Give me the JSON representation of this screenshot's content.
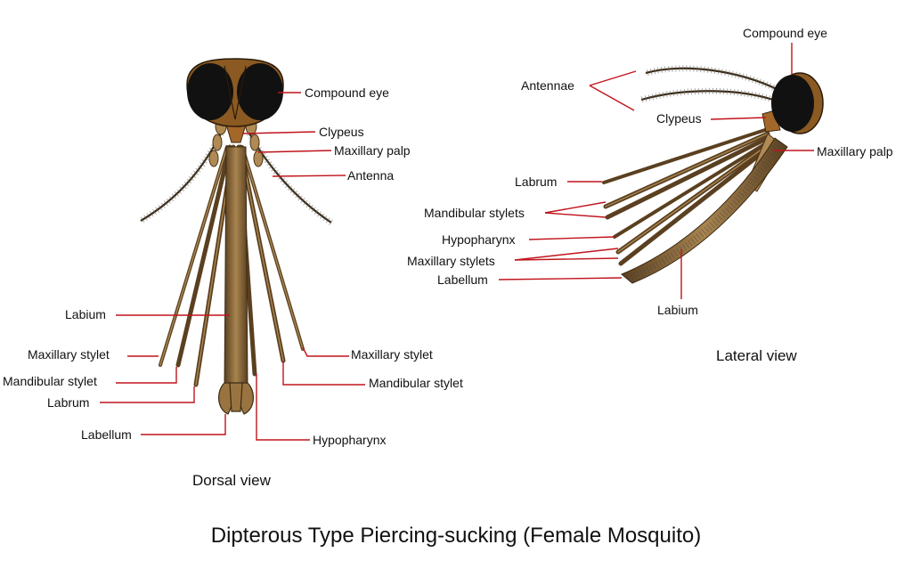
{
  "title": "Dipterous Type Piercing-sucking (Female Mosquito)",
  "dorsal": {
    "view_label": "Dorsal view",
    "labels": {
      "compound_eye": "Compound eye",
      "clypeus": "Clypeus",
      "maxillary_palp": "Maxillary palp",
      "antenna": "Antenna",
      "labium": "Labium",
      "maxillary_stylet_left": "Maxillary stylet",
      "maxillary_stylet_right": "Maxillary stylet",
      "mandibular_stylet_left": "Mandibular stylet",
      "mandibular_stylet_right": "Mandibular stylet",
      "labrum": "Labrum",
      "labellum": "Labellum",
      "hypopharynx": "Hypopharynx"
    }
  },
  "lateral": {
    "view_label": "Lateral view",
    "labels": {
      "compound_eye": "Compound eye",
      "antennae": "Antennae",
      "clypeus": "Clypeus",
      "maxillary_palp": "Maxillary palp",
      "labrum": "Labrum",
      "mandibular_stylets": "Mandibular stylets",
      "hypopharynx": "Hypopharynx",
      "maxillary_stylets": "Maxillary stylets",
      "labellum": "Labellum",
      "labium": "Labium"
    }
  },
  "colors": {
    "leader_line": "#c0141c",
    "head_brown": "#8b5a22",
    "eye": "#111111",
    "mouthpart": "#8a6a3a",
    "mouthpart_dark": "#4a3518"
  }
}
